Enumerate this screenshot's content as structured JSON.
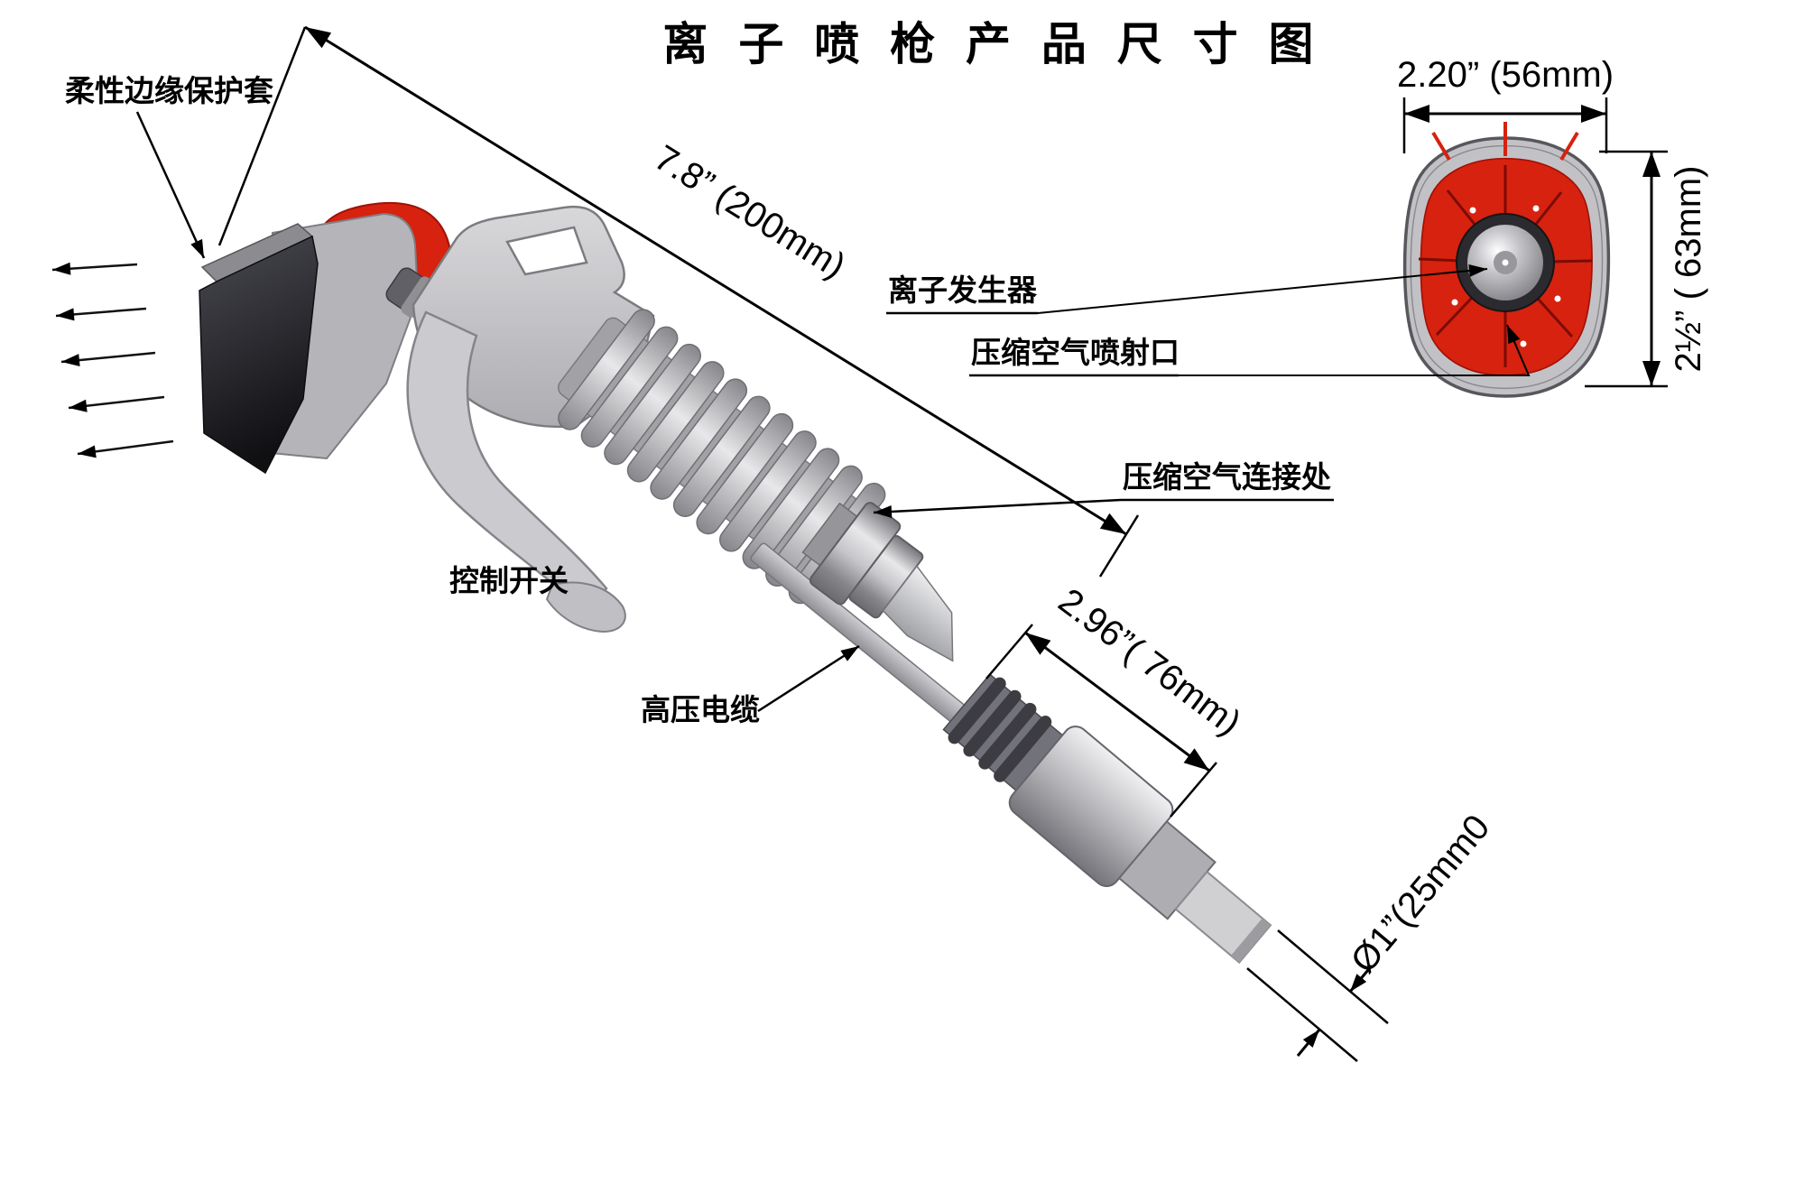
{
  "title": "离 子 喷 枪 产 品 尺 寸 图",
  "colors": {
    "accent_red": "#d6220f",
    "head_dark": "#1a1a1e",
    "body_gray": "#c6c6ca",
    "line_black": "#000000"
  },
  "callouts": {
    "flexible_edge_sleeve": "柔性边缘保护套",
    "control_switch": "控制开关",
    "hv_cable": "高压电缆",
    "air_connection": "压缩空气连接处",
    "ion_generator": "离子发生器",
    "air_jet_port": "压缩空气喷射口"
  },
  "dimensions": {
    "gun_length": "7.8” (200mm)",
    "head_width": "2.20” (56mm)",
    "head_height": "2½” ( 63mm)",
    "connector_length": "2.96”( 76mm)",
    "plug_diameter": "Ø1”(25mm0"
  }
}
